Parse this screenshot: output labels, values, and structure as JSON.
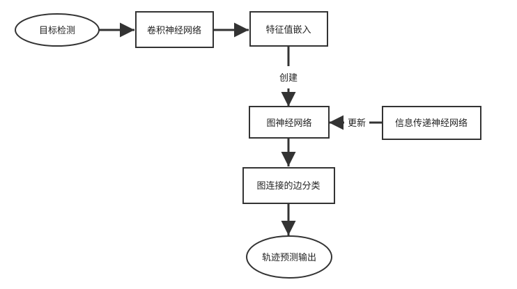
{
  "diagram": {
    "nodes": {
      "detection": "目标检测",
      "cnn": "卷积神经网络",
      "feature_embedding": "特征值嵌入",
      "gnn": "图神经网络",
      "mpnn": "信息传递神经网络",
      "edge_classification": "图连接的边分类",
      "trajectory_output": "轨迹预测输出"
    },
    "edge_labels": {
      "create": "创建",
      "update": "更新"
    }
  },
  "colors": {
    "stroke": "#333333",
    "fill": "#ffffff",
    "text": "#222222"
  }
}
